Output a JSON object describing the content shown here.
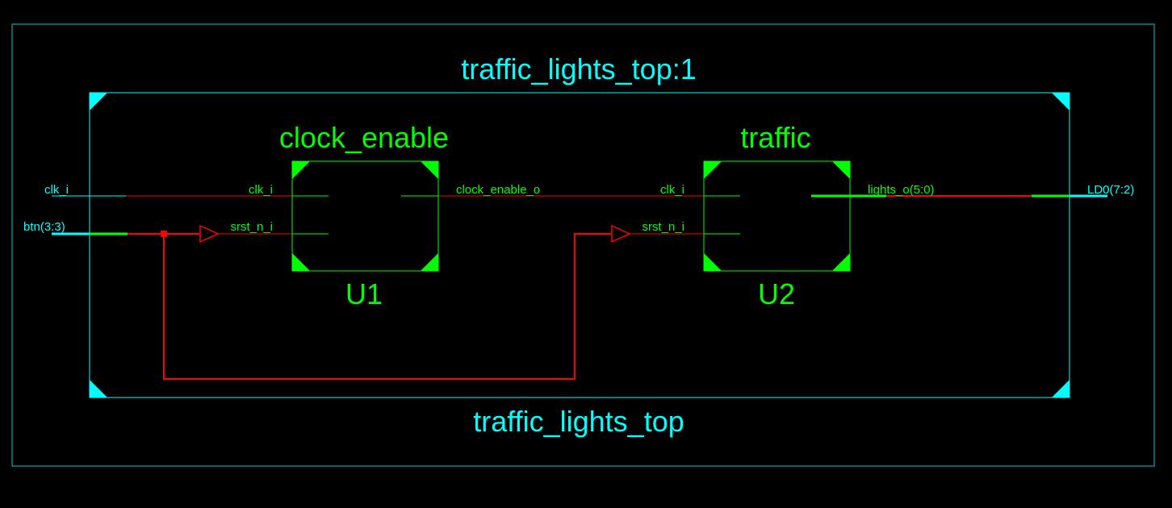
{
  "colors": {
    "background": "#000000",
    "cyan": "#00ffff",
    "green": "#00ff00",
    "red": "#ff0000",
    "border": "#00c8c8"
  },
  "top_module": {
    "instance_label": "traffic_lights_top:1",
    "module_label": "traffic_lights_top"
  },
  "ports": {
    "clk_in": "clk_i",
    "btn_in": "btn(3:3)",
    "led_out": "LD0(7:2)"
  },
  "blocks": {
    "u1": {
      "type_label": "clock_enable",
      "instance_label": "U1",
      "pin_clk": "clk_i",
      "pin_rst": "srst_n_i"
    },
    "u2": {
      "type_label": "traffic",
      "instance_label": "U2",
      "pin_clk": "clk_i",
      "pin_rst": "srst_n_i"
    }
  },
  "nets": {
    "clock_enable": "clock_enable_o",
    "lights": "lights_o(5:0)"
  }
}
